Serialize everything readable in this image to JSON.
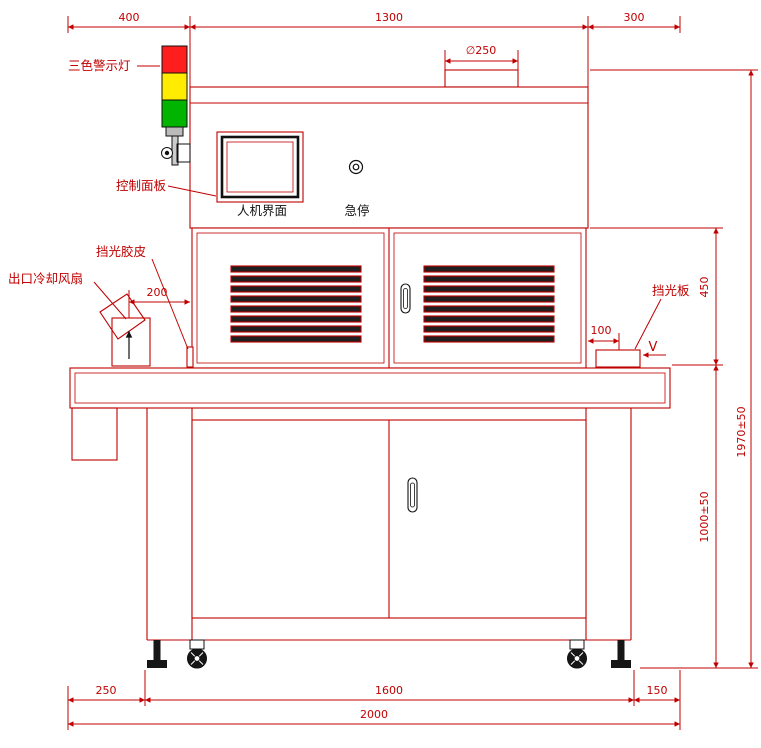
{
  "drawing": {
    "labels": {
      "warning_light": "三色警示灯",
      "control_panel": "控制面板",
      "hmi": "人机界面",
      "estop": "急停",
      "light_rubber": "挡光胶皮",
      "outlet_fan": "出口冷却风扇",
      "light_plate": "挡光板",
      "view_mark": "V"
    },
    "dimensions": {
      "width_left": "400",
      "width_center": "1300",
      "width_right": "300",
      "port_diameter": "∅250",
      "upper_height": "450",
      "total_height": "1970±50",
      "table_height": "1000±50",
      "fan_offset": "200",
      "plate_offset": "100",
      "base_left": "250",
      "base_center": "1600",
      "base_right": "150",
      "base_total": "2000"
    },
    "colors": {
      "line": "#c00000",
      "dark": "#111111",
      "light_red": "#ff1e1e",
      "light_yellow": "#ffec00",
      "light_green": "#00b400"
    }
  }
}
